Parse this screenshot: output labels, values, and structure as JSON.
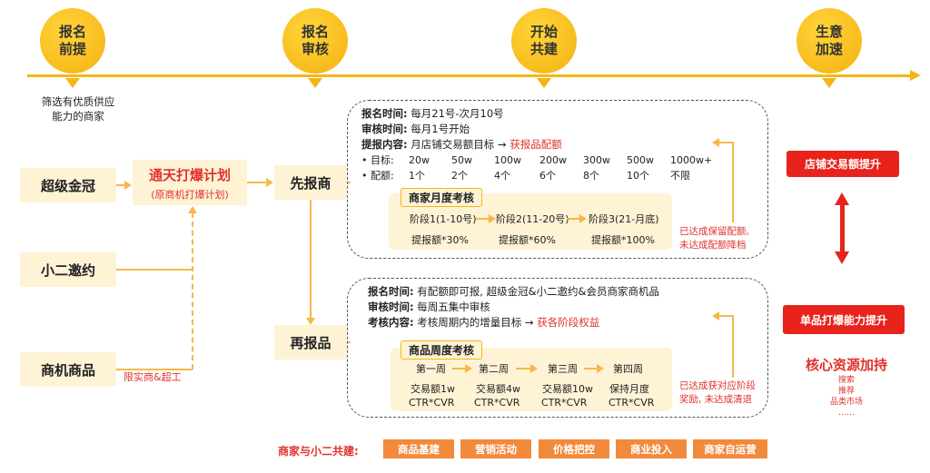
{
  "timeline": {
    "stages": [
      {
        "label": "报名\n前提"
      },
      {
        "label": "报名\n审核"
      },
      {
        "label": "开始\n共建"
      },
      {
        "label": "生意\n加速"
      }
    ],
    "color": "#f5b516"
  },
  "left": {
    "description": "筛选有优质供应\n能力的商家",
    "sources": [
      "超级金冠",
      "小二邀约",
      "商机商品"
    ],
    "source_note": "限实商&超工"
  },
  "plan": {
    "title": "通天打爆计划",
    "subtitle": "(原商机打爆计划)"
  },
  "flow": {
    "first": "先报商",
    "second": "再报品"
  },
  "panel_top": {
    "signup_label": "报名时间:",
    "signup_value": "每月21号-次月10号",
    "review_label": "审核时间:",
    "review_value": "每月1号开始",
    "content_label": "提报内容:",
    "content_value": "月店铺交易额目标 →",
    "content_highlight": "获报品配额",
    "target_label": "•  目标:",
    "targets": [
      "20w",
      "50w",
      "100w",
      "200w",
      "300w",
      "500w",
      "1000w+"
    ],
    "quota_label": "•  配额:",
    "quotas": [
      "1个",
      "2个",
      "4个",
      "6个",
      "8个",
      "10个",
      "不限"
    ],
    "assess_title": "商家月度考核",
    "stages": [
      "阶段1(1-10号)",
      "阶段2(11-20号)",
      "阶段3(21-月底)"
    ],
    "stage_values": [
      "提报额*30%",
      "提报额*60%",
      "提报额*100%"
    ],
    "note": "已达成保留配额,\n未达成配额降档"
  },
  "panel_bottom": {
    "signup_label": "报名时间:",
    "signup_value": "有配额即可报, 超级金冠&小二邀约&会员商家商机品",
    "review_label": "审核时间:",
    "review_value": "每周五集中审核",
    "content_label": "考核内容:",
    "content_value": "考核周期内的增量目标 →",
    "content_highlight": "获各阶段权益",
    "assess_title": "商品周度考核",
    "weeks": [
      "第一周",
      "第二周",
      "第三周",
      "第四周"
    ],
    "week_values": [
      "交易额1w",
      "交易额4w",
      "交易额10w",
      "保持月度"
    ],
    "week_metrics": [
      "CTR*CVR",
      "CTR*CVR",
      "CTR*CVR",
      "CTR*CVR"
    ],
    "note": "已达成获对应阶段\n奖励, 未达成清退"
  },
  "right": {
    "top_box": "店铺交易额提升",
    "bottom_box": "单品打爆能力提升",
    "core_title": "核心资源加持",
    "core_items": "搜索\n推荐\n品类市场\n……"
  },
  "bottom": {
    "label": "商家与小二共建:",
    "tags": [
      "商品基建",
      "营销活动",
      "价格把控",
      "商业投入",
      "商家自运营"
    ]
  },
  "colors": {
    "accent": "#f5b516",
    "red": "#e8231b",
    "cream": "#fff3d6",
    "orange_tag": "#f28a3c"
  }
}
